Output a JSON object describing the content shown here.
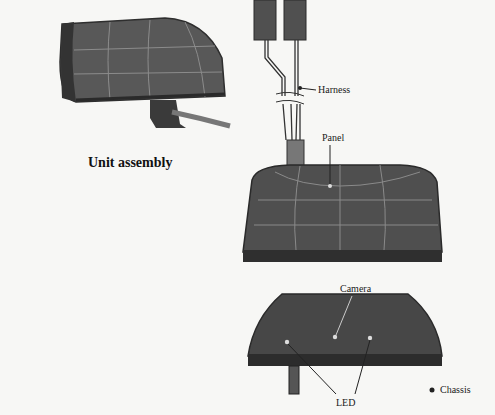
{
  "diagram": {
    "labels": [
      "Unit assembly",
      "Harness",
      "Panel",
      "Camera",
      "LED",
      "Chassis"
    ]
  }
}
